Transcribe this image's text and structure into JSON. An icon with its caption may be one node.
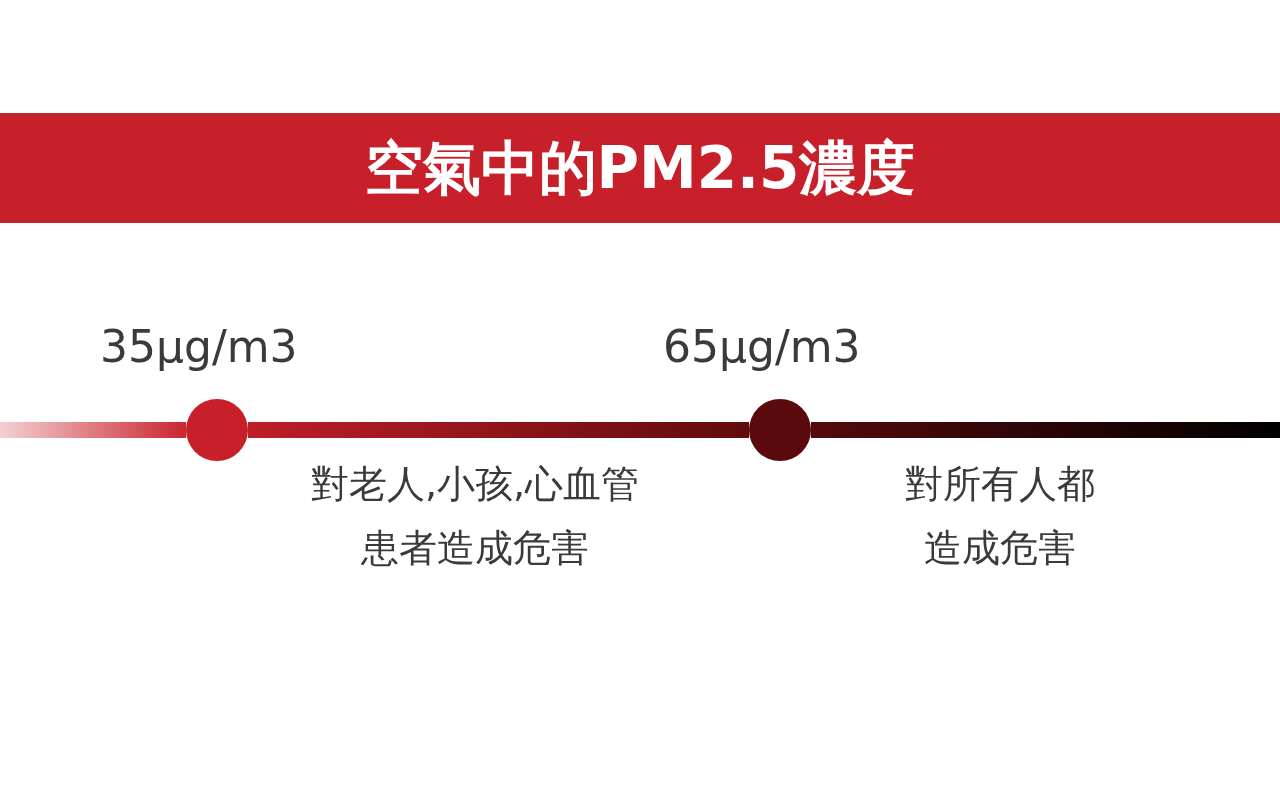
{
  "diagram": {
    "title": "空氣中的PM2.5濃度",
    "nodes": [
      {
        "text": [],
        "shape": "circle",
        "beside": [
          "35μg/m3",
          "對老人,小孩,心血管患者造成危害"
        ]
      },
      {
        "text": [],
        "shape": "circle",
        "beside": [
          "65μg/m3",
          "對所有人都造成危害"
        ]
      }
    ],
    "edges": [
      {
        "from": null,
        "to": 0,
        "arrow": "none"
      },
      {
        "from": 0,
        "to": 1,
        "arrow": "none"
      },
      {
        "from": 1,
        "to": null,
        "arrow": "none"
      }
    ]
  }
}
